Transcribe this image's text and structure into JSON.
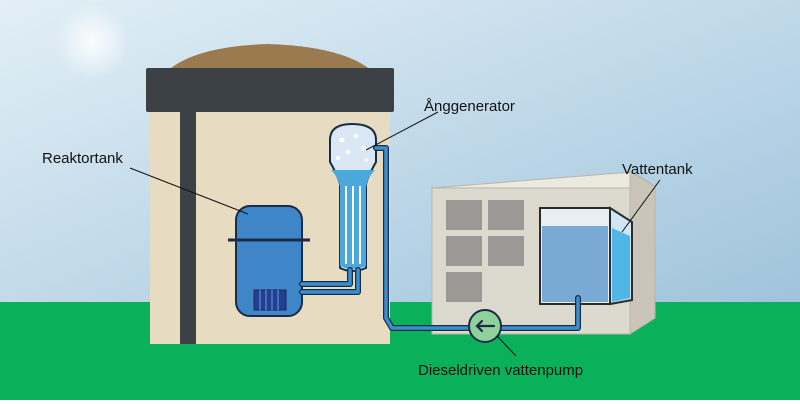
{
  "labels": {
    "reactor_tank": "Reaktortank",
    "steam_generator": "Ånggenerator",
    "water_tank": "Vattentank",
    "pump": "Dieseldriven vattenpump"
  },
  "colors": {
    "sky_top": "#cfe2ee",
    "sky_bottom": "#a9c8de",
    "ground": "#0bb15a",
    "building_wall": "#e7dcc1",
    "dome": "#9b7a4f",
    "roof_band": "#3c4146",
    "reactor_tank": "#3f86c9",
    "water": "#4aa8dd",
    "pipe": "#3b8fd1",
    "side_building": "#dedbd0",
    "pump": "#8fd19a"
  },
  "icons": {
    "pump_arrow": "arrow-left-icon"
  }
}
